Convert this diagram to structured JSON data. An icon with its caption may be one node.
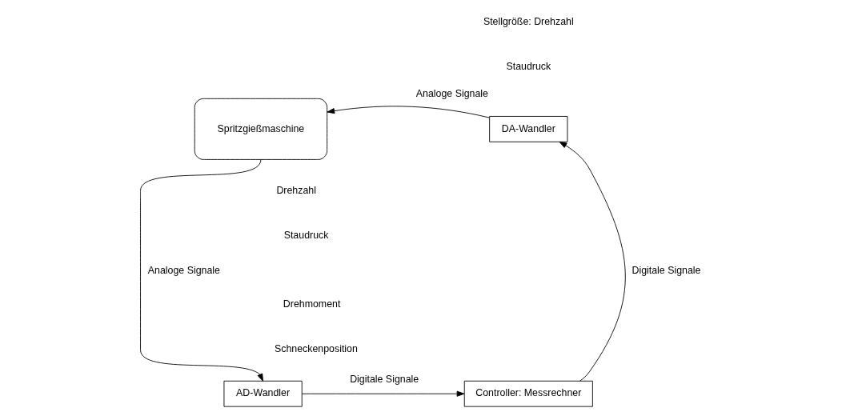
{
  "diagram": {
    "nodes": [
      {
        "text": [
          "Spritzgießmaschine"
        ]
      },
      {
        "text": [
          "DA-Wandler"
        ]
      },
      {
        "text": [
          "AD-Wandler"
        ]
      },
      {
        "text": [
          "Controller: Messrechner"
        ]
      }
    ],
    "edges": [
      {
        "from": 1,
        "to": 0,
        "arrow": "to",
        "label": "Analoge Signale"
      },
      {
        "from": 0,
        "to": 2,
        "arrow": "to",
        "label": "Analoge Signale"
      },
      {
        "from": 2,
        "to": 3,
        "arrow": "to",
        "label": "Digitale Signale"
      },
      {
        "from": 3,
        "to": 1,
        "arrow": "to",
        "label": "Digitale Signale"
      }
    ],
    "labels": [
      "Stellgröße: Drehzahl",
      "Staudruck",
      "Drehzahl",
      "Staudruck",
      "Drehmoment",
      "Schneckenposition"
    ]
  }
}
